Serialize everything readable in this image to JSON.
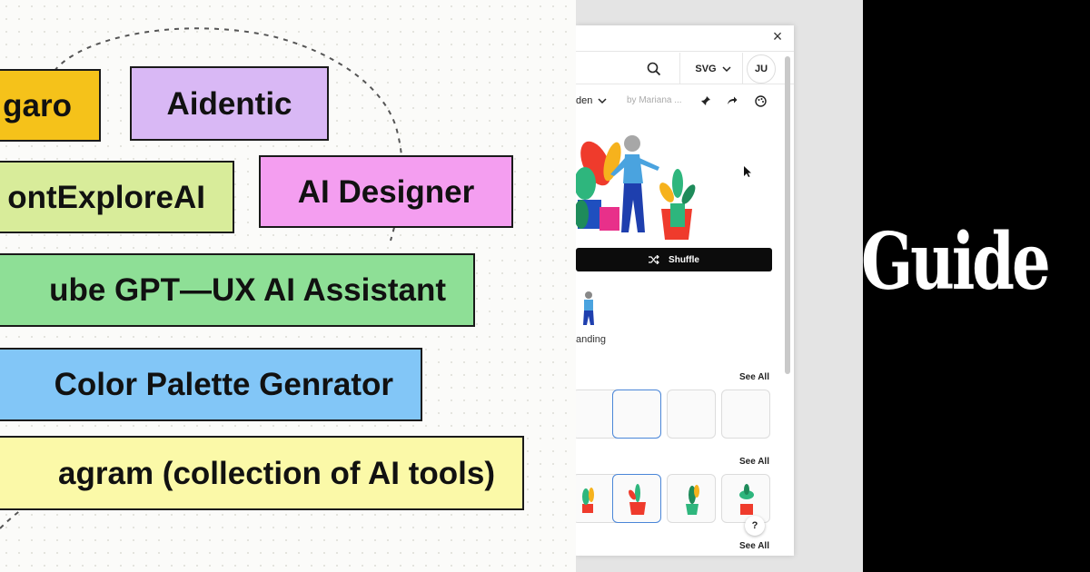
{
  "tags": [
    {
      "text": "garo",
      "color": "#f5c21a"
    },
    {
      "text": "Aidentic",
      "color": "#d9b8f5"
    },
    {
      "text": "ontExploreAI",
      "color": "#d8ec9a"
    },
    {
      "text": "AI Designer",
      "color": "#f49ef0"
    },
    {
      "text": "ube GPT—UX AI Assistant",
      "color": "#8edf96"
    },
    {
      "text": "Color Palette Genrator",
      "color": "#82c6f7"
    },
    {
      "text": "agram (collection of AI tools)",
      "color": "#fbf9a8"
    }
  ],
  "plugin": {
    "close_glyph": "×",
    "format_label": "SVG",
    "avatar_initials": "JU",
    "collection_label": "den",
    "author_label": "by Mariana ...",
    "shuffle_label": "Shuffle",
    "item_label": "anding",
    "see_all_1": "See All",
    "see_all_2": "See All",
    "see_all_3": "See All",
    "help_glyph": "?"
  },
  "right_text": "Guide",
  "icons": [
    "close-icon",
    "search-icon",
    "chevron-down-icon",
    "pin-icon",
    "share-icon",
    "palette-icon",
    "shuffle-icon",
    "help-icon",
    "cursor-icon"
  ]
}
